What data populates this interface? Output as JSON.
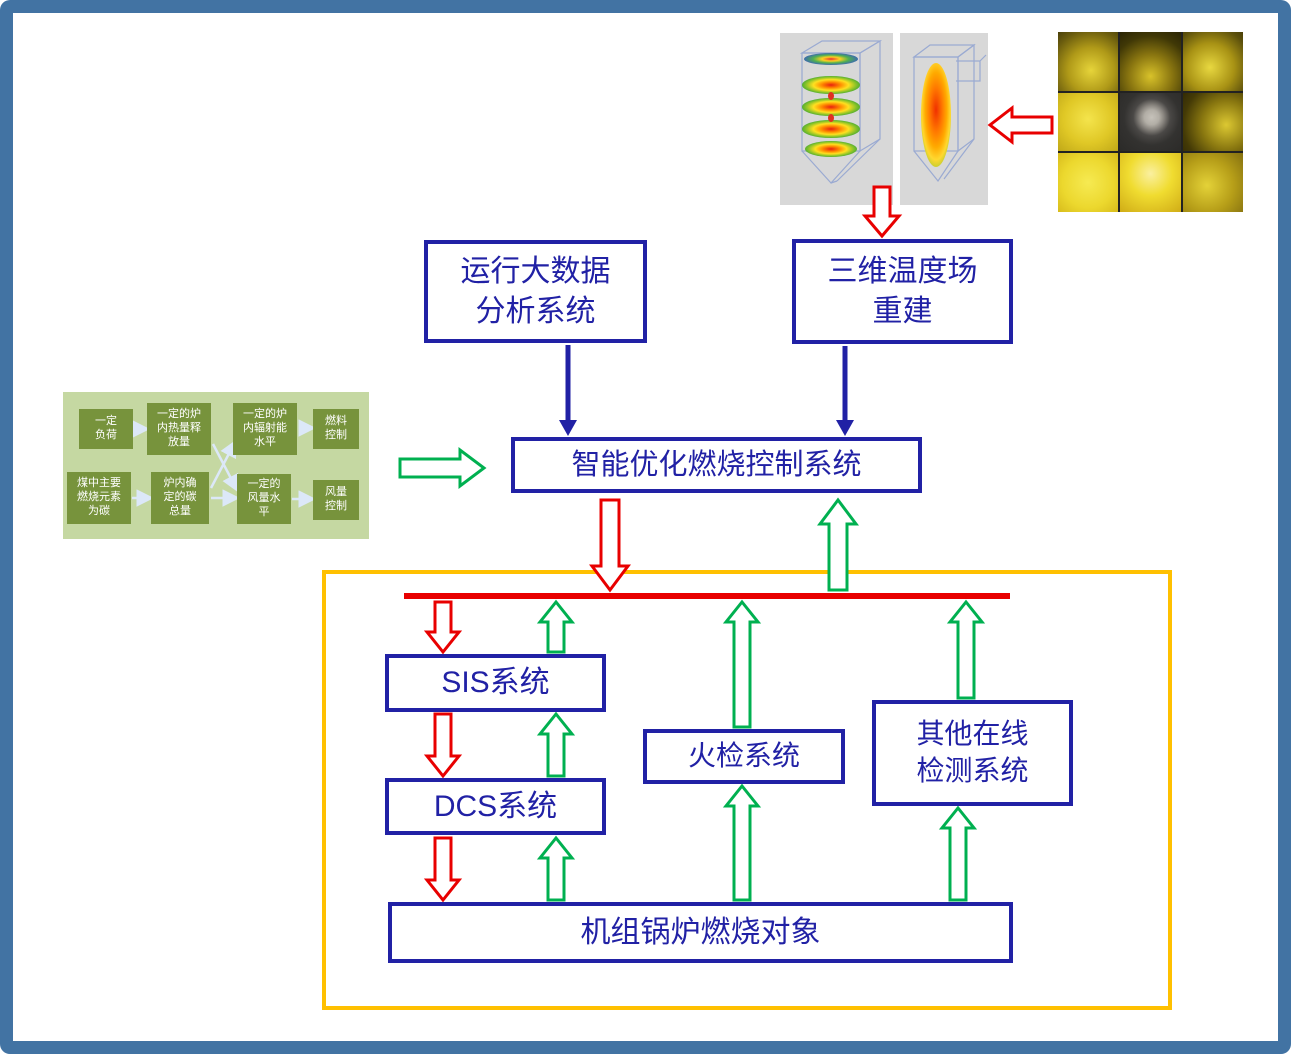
{
  "boxes": {
    "big_data": "运行大数据\n分析系统",
    "temp_field": "三维温度场\n重建",
    "control": "智能优化燃烧控制系统",
    "sis": "SIS系统",
    "dcs": "DCS系统",
    "flame_check": "火检系统",
    "other_online": "其他在线\n检测系统",
    "boiler": "机组锅炉燃烧对象"
  },
  "green_diagram": {
    "boxes": [
      "一定\n负荷",
      "一定的炉\n内热量释\n放量",
      "一定的炉\n内辐射能\n水平",
      "燃料\n控制",
      "煤中主要\n燃烧元素\n为碳",
      "炉内确\n定的碳\n总量",
      "一定的\n风量水\n平",
      "风量\n控制"
    ]
  },
  "colors": {
    "frame": "#4273a3",
    "navy": "#2121a5",
    "red": "#e80000",
    "green": "#00b050",
    "yellow": "#ffc000",
    "green_panel": "#c5d8a2",
    "green_box": "#77933c"
  }
}
